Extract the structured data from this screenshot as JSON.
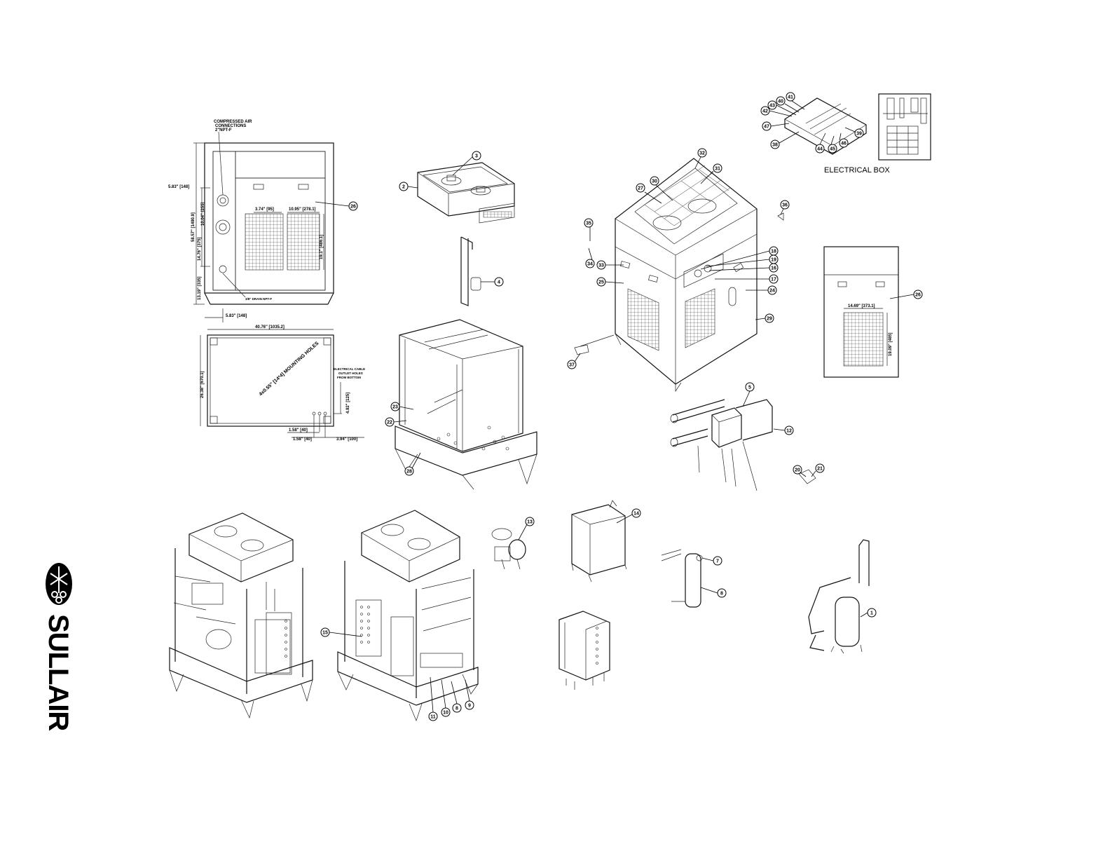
{
  "brand": {
    "name": "SULLAIR"
  },
  "labels": {
    "compressed_air_1": "COMPRESSED AIR",
    "compressed_air_2": "CONNECTIONS",
    "compressed_air_3": "2\"NPT-F",
    "drain": "3/8\" DRAIN NPT-F",
    "electrical_box": "ELECTRICAL BOX",
    "cable_1": "ELECTRICAL CABLE",
    "cable_2": "OUTLET HOLES",
    "cable_3": "FROM BOTTOM",
    "mounting": "4x0.55\" [14*4] MOUNTING HOLES"
  },
  "dimensions": {
    "d1": "5.83\" [148]",
    "d2": "58.57\" [1490.9]",
    "d3": "10.04\" [255]",
    "d4": "14.76\" [375]",
    "d5": "13.19\" [335]",
    "d6": "5.83\" [148]",
    "d7": "3.74\" [95]",
    "d8": "10.95\" [278.1]",
    "d9": "19.1\" [486.1]",
    "d10": "40.76\" [1035.2]",
    "d11": "26.38\" [670.1]",
    "d12": "4.92\" [125]",
    "d13": "1.58\" [40]",
    "d14": "1.58\" [40]",
    "d15": "3.94\" [100]",
    "d16": "14.69\" [373.1]",
    "d17": "19.09\" [485]"
  },
  "callouts": {
    "c1": "1",
    "c2": "2",
    "c3": "3",
    "c4": "4",
    "c5": "5",
    "c7": "7",
    "c8": "8",
    "c9": "9",
    "c10": "10",
    "c11": "11",
    "c12": "12",
    "c13": "13",
    "c14": "14",
    "c15": "15",
    "c16": "16",
    "c17": "17",
    "c18": "18",
    "c19": "19",
    "c20": "20",
    "c21": "21",
    "c22": "22",
    "c23": "23",
    "c24": "24",
    "c25": "25",
    "c26": "26",
    "c27": "27",
    "c28": "28",
    "c29": "29",
    "c30": "30",
    "c31": "31",
    "c32": "32",
    "c33": "33",
    "c34": "34",
    "c35": "35",
    "c36": "36",
    "c37": "37",
    "c38": "38",
    "c39": "39",
    "c40": "40",
    "c41": "41",
    "c42": "42",
    "c43": "43",
    "c44": "44",
    "c45": "45",
    "c46": "46",
    "c47": "47",
    "c26b": "26",
    "c8b": "8"
  },
  "colors": {
    "line": "#111111",
    "background": "#ffffff"
  }
}
